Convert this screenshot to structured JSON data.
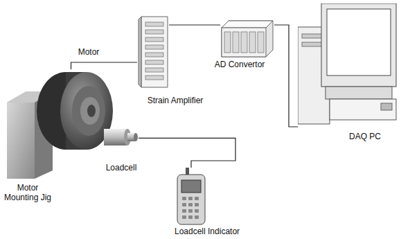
{
  "diagram": {
    "nodes": [
      {
        "text": [
          "Motor Mounting Jig"
        ]
      },
      {
        "text": [
          "Motor"
        ]
      },
      {
        "text": [
          "Loadcell"
        ]
      },
      {
        "text": [
          "Strain Amplifier"
        ]
      },
      {
        "text": [
          "AD Convertor"
        ]
      },
      {
        "text": [
          "DAQ PC"
        ]
      },
      {
        "text": [
          "Loadcell Indicator"
        ]
      }
    ],
    "edges": [
      {
        "from": 1,
        "to": 3,
        "arrow": "none"
      },
      {
        "from": 3,
        "to": 4,
        "arrow": "none"
      },
      {
        "from": 4,
        "to": 5,
        "arrow": "none"
      },
      {
        "from": 2,
        "to": 6,
        "arrow": "none"
      }
    ]
  }
}
